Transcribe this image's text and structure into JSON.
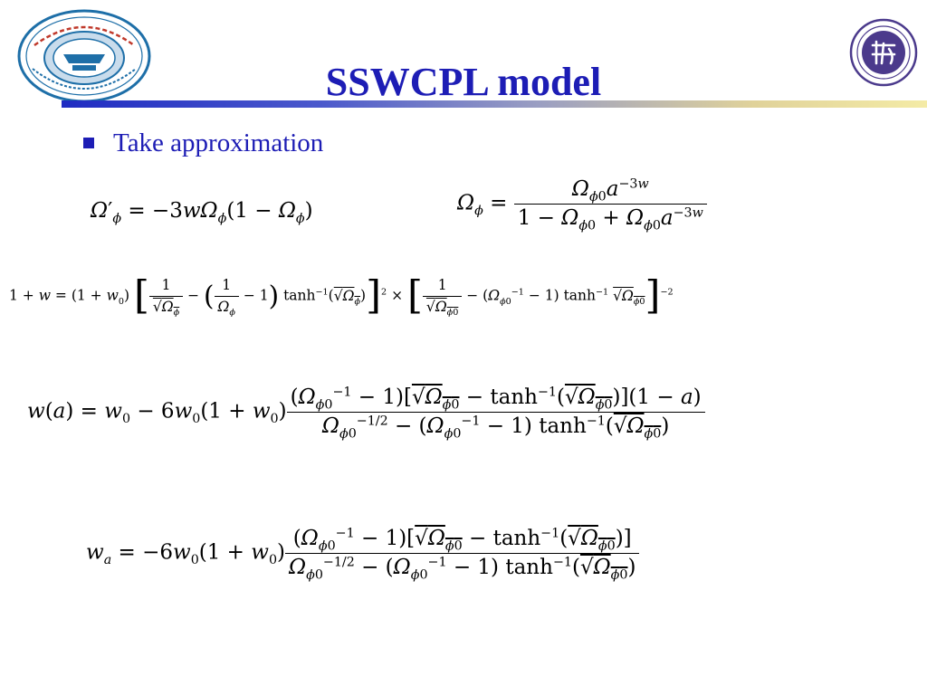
{
  "slide": {
    "title": "SSWCPL model",
    "bullet": "Take approximation"
  },
  "equations": {
    "eq1": "Ω′ϕ = −3wΩϕ(1 − Ωϕ)",
    "eq2": "Ωϕ = Ωϕ0a−3w / (1 − Ωϕ0 + Ωϕ0a−3w)",
    "eq3": "1 + w = (1 + w0) [ 1/√Ωϕ − (1/Ωϕ − 1) tanh−1(√Ωϕ) ]2 × [ 1/√Ωϕ0 − (Ωϕ0−1 − 1) tanh−1 √Ωϕ0 ]−2",
    "eq4": "w(a) = w0 − 6w0(1 + w0) (Ωϕ0−1 − 1)[√Ωϕ0 − tanh−1(√Ωϕ0)](1 − a) / (Ωϕ0−1/2 − (Ωϕ0−1 − 1) tanh−1(√Ωϕ0))",
    "eq5": "wa = −6w0(1 + w0) (Ωϕ0−1 − 1)[√Ωϕ0 − tanh−1(√Ωϕ0)] / (Ωϕ0−1/2 − (Ωϕ0−1 − 1) tanh−1(√Ωϕ0))"
  }
}
